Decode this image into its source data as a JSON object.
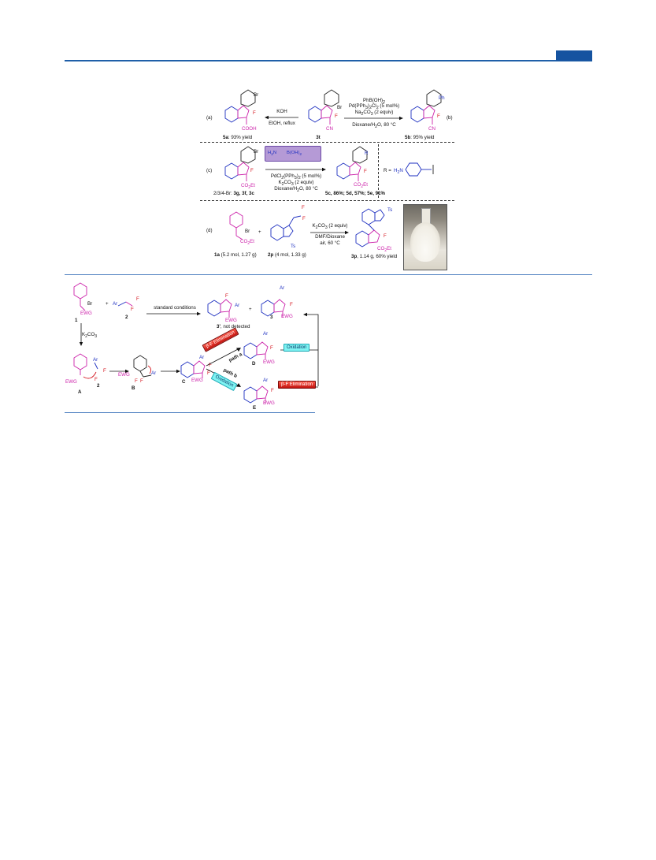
{
  "colors": {
    "accent": "#1553a0",
    "magenta": "#cc22aa",
    "blue": "#1d2fc0",
    "red": "#d4161f",
    "cyan": "#7ff3f2"
  },
  "scheme1": {
    "a": {
      "label": "(a)",
      "reagent1": "KOH",
      "reagent2": "EtOH, reflux",
      "product_num": "5a",
      "product_yield": ": 93% yield",
      "sub_br": "Br",
      "sub_f": "F",
      "sub_cooh": "COOH"
    },
    "center": {
      "num": "3t",
      "sub_br": "Br",
      "sub_f": "F",
      "sub_cn": "CN"
    },
    "b": {
      "label": "(b)",
      "r1": "PhB(OH)",
      "r1_sub": "2",
      "r2": "Pd(PPh",
      "r2_sub": "3",
      "r2b": ")",
      "r2_sub2": "2",
      "r2c": "Cl",
      "r2_sub3": "2",
      "r2d": " (5 mol%)",
      "r3": "Na",
      "r3_sub": "2",
      "r3b": "CO",
      "r3_sub2": "3",
      "r3c": " (2 equiv)",
      "r4": "Dioxane/H",
      "r4_sub": "2",
      "r4b": "O, 80 °C",
      "product_num": "5b",
      "product_yield": ": 95% yield",
      "sub_ph": "Ph",
      "sub_f": "F",
      "sub_cn": "CN"
    },
    "c": {
      "label": "(c)",
      "start_label": "2/3/4-Br: ",
      "start_nums": "3g, 3f, 3c",
      "sub_br": "Br",
      "sub_f": "F",
      "sub_ester": "CO",
      "sub_ester2": "2",
      "sub_ester3": "Et",
      "boronic": "H",
      "boronic_n": "N",
      "boronic_b": "B(OH)",
      "r1": "PdCl",
      "r1_sub": "2",
      "r1b": "(PPh",
      "r1_sub2": "3",
      "r1c": ")",
      "r1_sub3": "2",
      "r1d": " (5 mol%)",
      "r2": "K",
      "r2_sub": "2",
      "r2b": "CO",
      "r2_sub2": "3",
      "r2c": " (2 equiv)",
      "r3": "Dioxane/H",
      "r3_sub": "2",
      "r3b": "O, 80 °C",
      "prod_r": "R",
      "prod_f": "F",
      "yields": "5c, 86%; 5d, 57%; 5e, 91%",
      "r_def": "R ="
    },
    "d": {
      "label": "(d)",
      "s1_br": "Br",
      "s1_ester": "CO",
      "s1_ester2": "2",
      "s1_ester3": "Et",
      "s1_text": "1a",
      "s1_amt": " (5.2 mol, 1.27 g)",
      "plus": "+",
      "s2_f1": "F",
      "s2_f2": "F",
      "s2_ts": "Ts",
      "s2_text": "2p",
      "s2_amt": " (4 mol, 1.33 g)",
      "r1": "K",
      "r1_sub": "2",
      "r1b": "CO",
      "r1_sub2": "3",
      "r1c": " (2 equiv)",
      "r2": "DMF/Dioxane",
      "r3": "air, 60 °C",
      "p_ts": "Ts",
      "p_f": "F",
      "p_ester": "CO",
      "p_ester2": "2",
      "p_ester3": "Et",
      "p_text": "3p",
      "p_amt": ", 1.14 g, 60% yield"
    }
  },
  "scheme2": {
    "s1": {
      "num": "1",
      "br": "Br",
      "ewg": "EWG"
    },
    "plus1": "+",
    "s2": {
      "num": "2",
      "ar": "Ar",
      "f1": "F",
      "f2": "F"
    },
    "std": "standard conditions",
    "p3p": {
      "num": "3'",
      "label": ", not detected",
      "f": "F",
      "ar": "Ar",
      "ewg": "EWG"
    },
    "plus2": "+",
    "p3": {
      "num": "3",
      "ar": "Ar",
      "f": "F",
      "ewg": "EWG"
    },
    "base": "K",
    "base_sub": "2",
    "base_b": "CO",
    "base_sub2": "3",
    "A": {
      "num": "A",
      "ewg": "EWG",
      "ar": "Ar",
      "f": "F",
      "f2": "F",
      "n2": "2"
    },
    "B": {
      "num": "B",
      "ewg": "EWG",
      "f": "F",
      "f2": "F",
      "ar": "Ar"
    },
    "C": {
      "num": "C",
      "ar": "Ar",
      "f": "F",
      "f2": "F",
      "ewg": "EWG"
    },
    "D": {
      "num": "D",
      "ar": "Ar",
      "f": "F",
      "ewg": "EWG"
    },
    "E": {
      "num": "E",
      "ar": "Ar",
      "f": "F",
      "ewg": "EWG"
    },
    "path_a": "path a",
    "path_b": "path b",
    "tag_elim1": "β-F Elimination",
    "tag_oxid1": "Oxidation",
    "tag_oxid2": "Oxidation",
    "tag_elim2": "β-F Elimination"
  }
}
